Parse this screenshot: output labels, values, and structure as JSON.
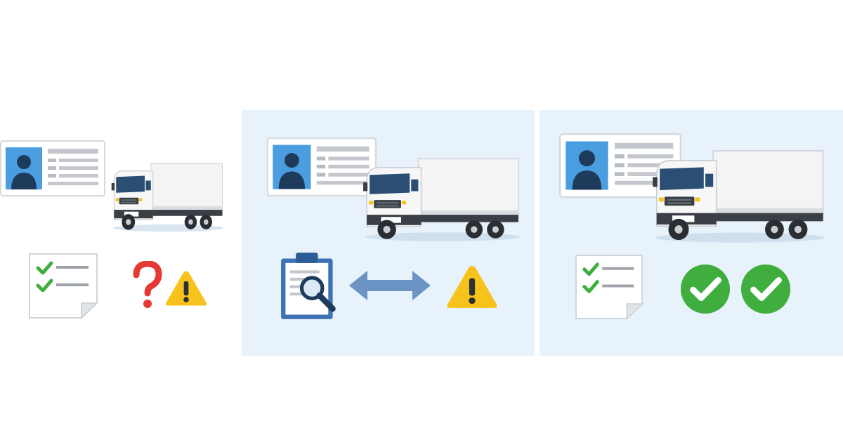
{
  "panels": [
    {
      "id": "panel-1",
      "stage": "unverified",
      "background": "#ffffff",
      "icons": [
        "id-card-icon",
        "truck-icon",
        "checklist-icon",
        "question-mark-icon",
        "warning-icon"
      ]
    },
    {
      "id": "panel-2",
      "stage": "review",
      "background": "#e8f2fa",
      "icons": [
        "id-card-icon",
        "truck-icon",
        "clipboard-search-icon",
        "double-arrow-icon",
        "warning-icon"
      ]
    },
    {
      "id": "panel-3",
      "stage": "verified",
      "background": "#e8f2fa",
      "icons": [
        "id-card-icon",
        "truck-icon",
        "checklist-icon",
        "check-circle-icon",
        "check-circle-icon"
      ]
    }
  ],
  "colors": {
    "panel_background": "#e8f2fa",
    "photo_blue": "#4a9ee0",
    "silhouette": "#1f3b5c",
    "check_green": "#3fae3f",
    "warning_yellow": "#f7c21b",
    "question_red": "#e53935",
    "arrow_blue": "#6b93c4",
    "clipboard_blue": "#3c73b4",
    "truck_cab_glass": "#2b4e74",
    "truck_body": "#f4f4f4",
    "chassis": "#3a3f45"
  }
}
